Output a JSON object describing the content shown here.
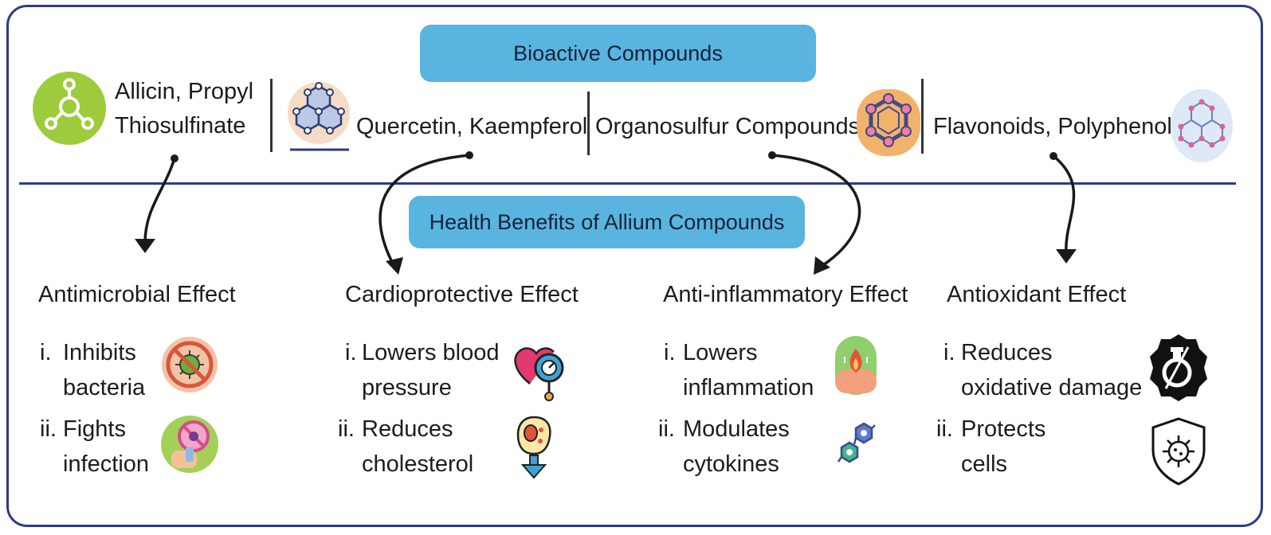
{
  "header": {
    "title": "Bioactive Compounds"
  },
  "compounds": [
    {
      "label_line1": "Allicin, Propyl",
      "label_line2": "Thiosulfinate",
      "icon": "molecule-icon"
    },
    {
      "label": "Quercetin, Kaempferol",
      "icon": "hexagon-lattice-icon"
    },
    {
      "label": "Organosulfur Compounds",
      "icon": "ring-molecule-icon"
    },
    {
      "label": "Flavonoids, Polyphenols",
      "icon": "network-molecule-icon"
    }
  ],
  "benefits_header": {
    "title": "Health Benefits of Allium Compounds"
  },
  "effects": [
    {
      "title": "Antimicrobial Effect",
      "items": [
        {
          "num": "i.",
          "line1": "Inhibits",
          "line2": "bacteria",
          "icon": "no-bacteria-icon"
        },
        {
          "num": "ii.",
          "line1": "Fights",
          "line2": "infection",
          "icon": "sanitizer-virus-icon"
        }
      ]
    },
    {
      "title": "Cardioprotective Effect",
      "items": [
        {
          "num": "i.",
          "line1": "Lowers blood",
          "line2": "pressure",
          "icon": "heart-gauge-icon"
        },
        {
          "num": "ii.",
          "line1": "Reduces",
          "line2": "cholesterol",
          "icon": "cholesterol-cell-icon"
        }
      ]
    },
    {
      "title": "Anti-inflammatory Effect",
      "items": [
        {
          "num": "i.",
          "line1": "Lowers",
          "line2": "inflammation",
          "icon": "inflammation-icon"
        },
        {
          "num": "ii.",
          "line1": "Modulates",
          "line2": "cytokines",
          "icon": "cytokine-icon"
        }
      ]
    },
    {
      "title": "Antioxidant Effect",
      "items": [
        {
          "num": "i.",
          "line1": "Reduces",
          "line2": "oxidative damage",
          "icon": "flask-badge-icon"
        },
        {
          "num": "ii.",
          "line1": "Protects",
          "line2": "cells",
          "icon": "shield-cell-icon"
        }
      ]
    }
  ],
  "colors": {
    "border": "#2e3a86",
    "pill": "#5ab4e0",
    "green": "#9ccc3c",
    "text": "#1c1c1c"
  }
}
